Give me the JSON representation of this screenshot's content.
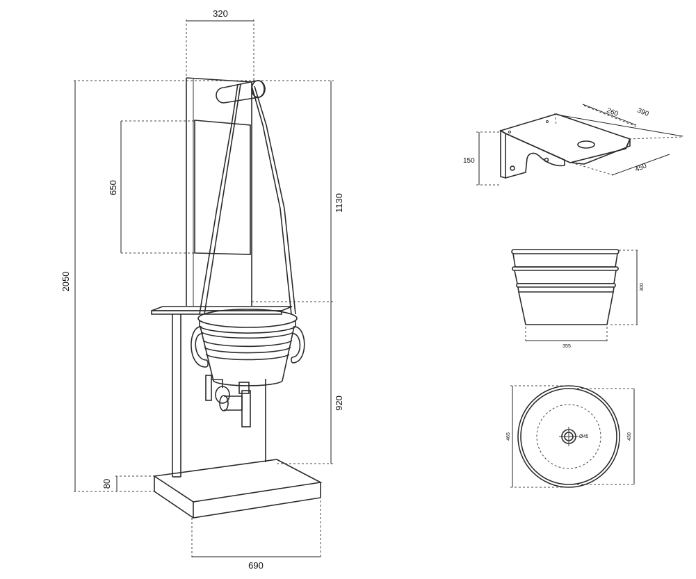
{
  "front_view": {
    "dims": {
      "width_top": "320",
      "mirror_height": "650",
      "total_height": "2050",
      "upper_height": "1130",
      "lower_height": "920",
      "base_height": "80",
      "base_width": "690"
    }
  },
  "bracket_view": {
    "dims": {
      "depth_outer": "390",
      "depth_inner": "260",
      "length": "450",
      "height": "150"
    }
  },
  "basin_side_view": {
    "dims": {
      "height": "300",
      "width": "355"
    }
  },
  "basin_top_view": {
    "dims": {
      "outer_diameter": "465",
      "inner_diameter": "430",
      "drain": "Ø45"
    }
  }
}
